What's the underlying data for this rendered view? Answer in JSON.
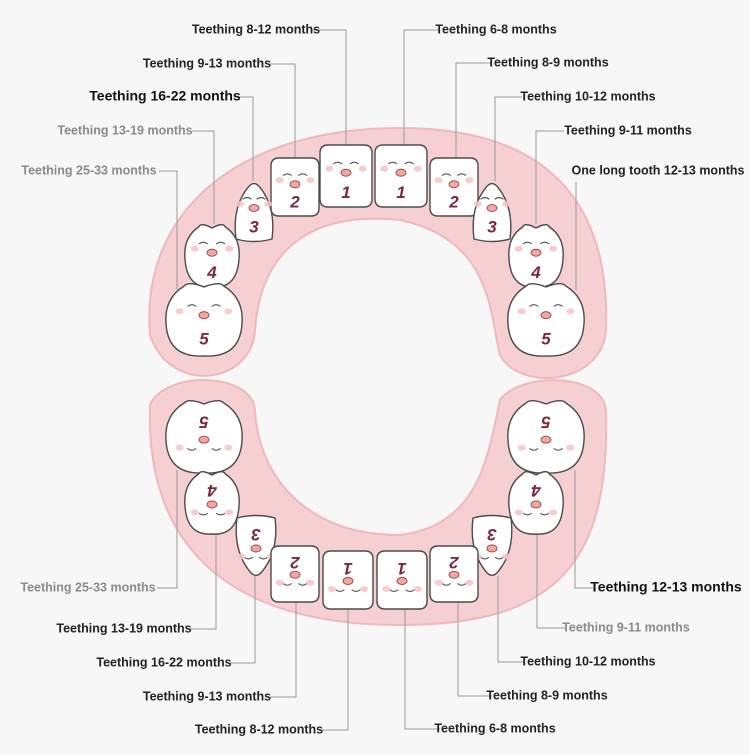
{
  "upper_labels": {
    "central_incisor_r": "Teething 8-12 months",
    "central_incisor_l": "Teething 6-8 months",
    "lateral_incisor_r": "Teething 9-13 months",
    "lateral_incisor_l": "Teething 8-9 months",
    "canine_r": "Teething 16-22 months",
    "canine_l": "Teething 10-12 months",
    "first_molar_r": "Teething 13-19 months",
    "first_molar_l": "Teething 9-11 months",
    "second_molar_r": "Teething 25-33 months",
    "second_molar_l": "One long tooth 12-13 months"
  },
  "lower_labels": {
    "second_molar_r": "Teething 25-33 months",
    "first_molar_r": "Teething 13-19 months",
    "canine_r": "Teething 16-22 months",
    "lateral_incisor_r": "Teething 9-13 months",
    "central_incisor_r": "Teething 8-12 months",
    "central_incisor_l": "Teething 6-8 months",
    "lateral_incisor_l": "Teething 8-9 months",
    "canine_l": "Teething 10-12 months",
    "first_molar_l": "Teething 9-11 months",
    "second_molar_l": "Teething 12-13 months"
  },
  "tooth_numbers": {
    "n1": "1",
    "n2": "2",
    "n3": "3",
    "n4": "4",
    "n5": "5"
  },
  "colors": {
    "gum": "#f5cfd2",
    "gum_edge": "#efb8be",
    "tooth": "#ffffff",
    "number": "#7a2a3c",
    "cheek": "#f9c2c6",
    "label_dark": "#222222",
    "label_grey": "#8a8a8a"
  }
}
